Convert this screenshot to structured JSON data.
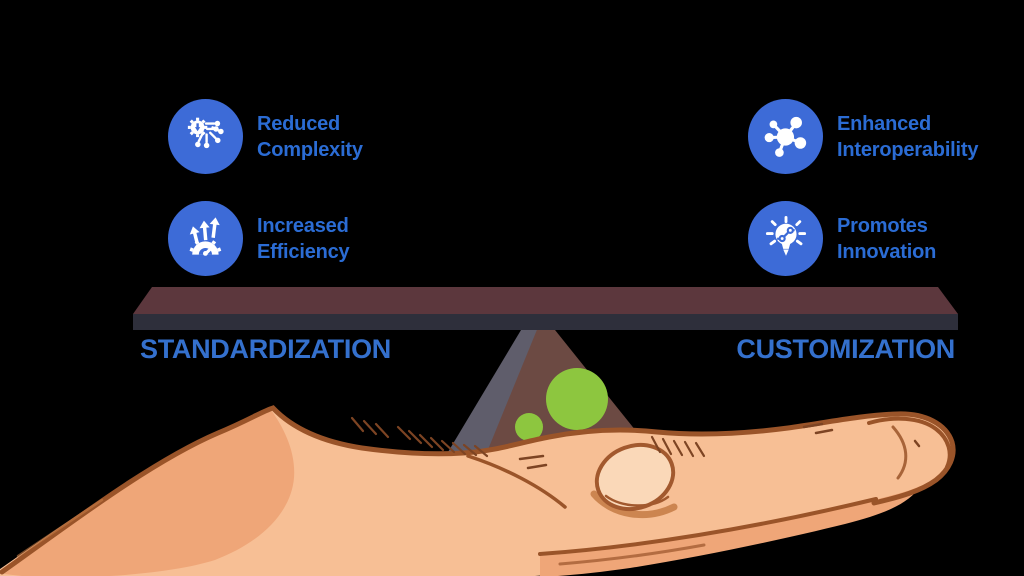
{
  "diagram": {
    "type": "balance-scale-infographic",
    "theme": "standardization vs customization held on an open hand"
  },
  "features": {
    "left": [
      {
        "icon": "reduced-complexity-icon",
        "label": "Reduced\nComplexity"
      },
      {
        "icon": "increased-efficiency-icon",
        "label": "Increased\nEfficiency"
      }
    ],
    "right": [
      {
        "icon": "enhanced-interoperability-icon",
        "label": "Enhanced\nInteroperability"
      },
      {
        "icon": "promotes-innovation-icon",
        "label": "Promotes\nInnovation"
      }
    ]
  },
  "balance": {
    "left_label": "STANDARDIZATION",
    "right_label": "CUSTOMIZATION"
  },
  "colors": {
    "background": "#000000",
    "icon_circle_blue": "#3D6BD7",
    "feature_label_blue": "#2B6CD4",
    "heading_blue": "#3470CD",
    "beam_top": "#5C373D",
    "beam_front_edge": "#2E2F3B",
    "fulcrum_brown": "#6C4A43",
    "fulcrum_slate": "#5F5D6B",
    "fulcrum_dot_green": "#8DC63F",
    "hand_skin": "#F7BF95",
    "hand_skin_shadow": "#EFA678",
    "hand_outline": "#9A5429",
    "thumb_nail": "#FAD8B8"
  }
}
